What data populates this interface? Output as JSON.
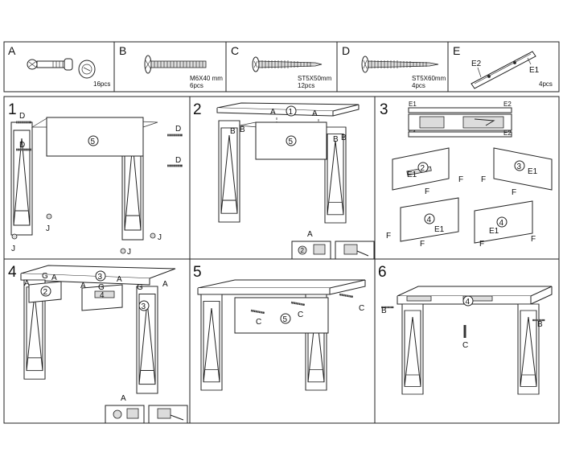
{
  "hardware": [
    {
      "letter": "A",
      "size": "",
      "qty": "16pcs"
    },
    {
      "letter": "B",
      "size": "M6X40 mm",
      "qty": "6pcs"
    },
    {
      "letter": "C",
      "size": "ST5X50mm",
      "qty": "12pcs"
    },
    {
      "letter": "D",
      "size": "ST5X60mm",
      "qty": "4pcs"
    },
    {
      "letter": "E",
      "size": "",
      "qty": "4pcs",
      "sub1": "E2",
      "sub2": "E1"
    }
  ],
  "steps": {
    "s1": {
      "num": "1",
      "circ": "5",
      "d": "D",
      "j": "J"
    },
    "s2": {
      "num": "2",
      "circ1": "1",
      "circ2": "5",
      "a": "A",
      "b": "B",
      "circ3": "2"
    },
    "s3": {
      "num": "3",
      "e1": "E1",
      "e2": "E2",
      "f": "F",
      "c2": "2",
      "c3": "3",
      "c4": "4"
    },
    "s4": {
      "num": "4",
      "a": "A",
      "g": "G",
      "c2": "2",
      "c3": "3",
      "c4": "4",
      "circ3": "3"
    },
    "s5": {
      "num": "5",
      "c": "C",
      "circ": "5"
    },
    "s6": {
      "num": "6",
      "b": "B",
      "c": "C",
      "circ": "4"
    }
  }
}
